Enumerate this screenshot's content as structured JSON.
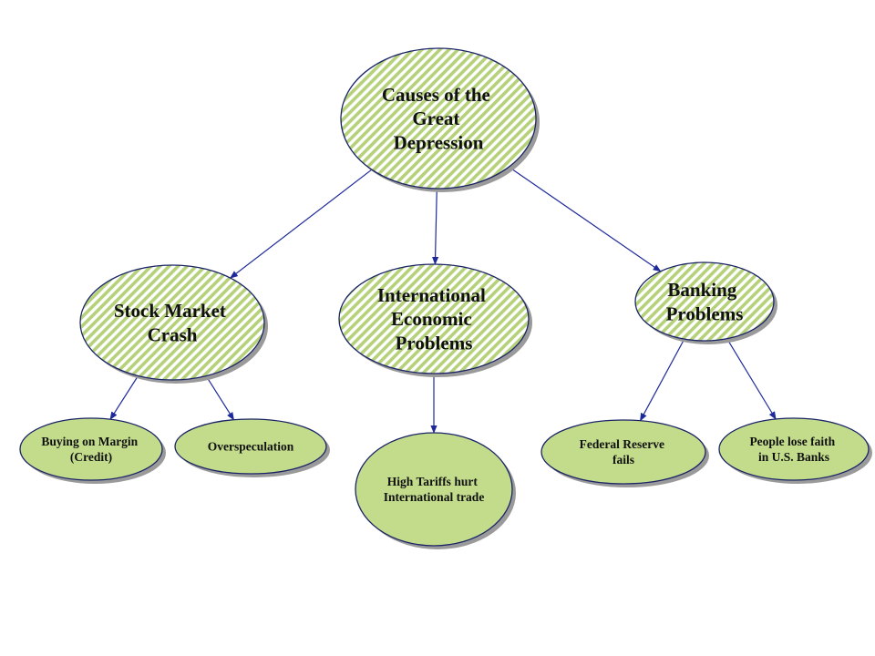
{
  "diagram": {
    "colors": {
      "hatch_green": "#b5d17a",
      "solid_green": "#c3dc8c",
      "outline": "#1a2466",
      "arrow": "#1f2a9a",
      "shadow": "#9a9a9a"
    },
    "nodes": {
      "root": {
        "lines": [
          "Causes of the",
          "Great",
          "Depression"
        ]
      },
      "stock": {
        "lines": [
          "Stock Market",
          "Crash"
        ]
      },
      "international": {
        "lines": [
          "International",
          "Economic",
          "Problems"
        ]
      },
      "banking": {
        "lines": [
          "Banking",
          "Problems"
        ]
      },
      "margin": {
        "lines": [
          "Buying on Margin",
          "(Credit)"
        ]
      },
      "overspeculation": {
        "lines": [
          "Overspeculation"
        ]
      },
      "tariffs": {
        "lines": [
          "High Tariffs hurt",
          "International trade"
        ]
      },
      "federal": {
        "lines": [
          "Federal Reserve",
          "fails"
        ]
      },
      "faith": {
        "lines": [
          "People lose faith",
          "in U.S. Banks"
        ]
      }
    },
    "edges": [
      {
        "from": "root",
        "to": "stock"
      },
      {
        "from": "root",
        "to": "international"
      },
      {
        "from": "root",
        "to": "banking"
      },
      {
        "from": "stock",
        "to": "margin"
      },
      {
        "from": "stock",
        "to": "overspeculation"
      },
      {
        "from": "international",
        "to": "tariffs"
      },
      {
        "from": "banking",
        "to": "federal"
      },
      {
        "from": "banking",
        "to": "faith"
      }
    ]
  }
}
